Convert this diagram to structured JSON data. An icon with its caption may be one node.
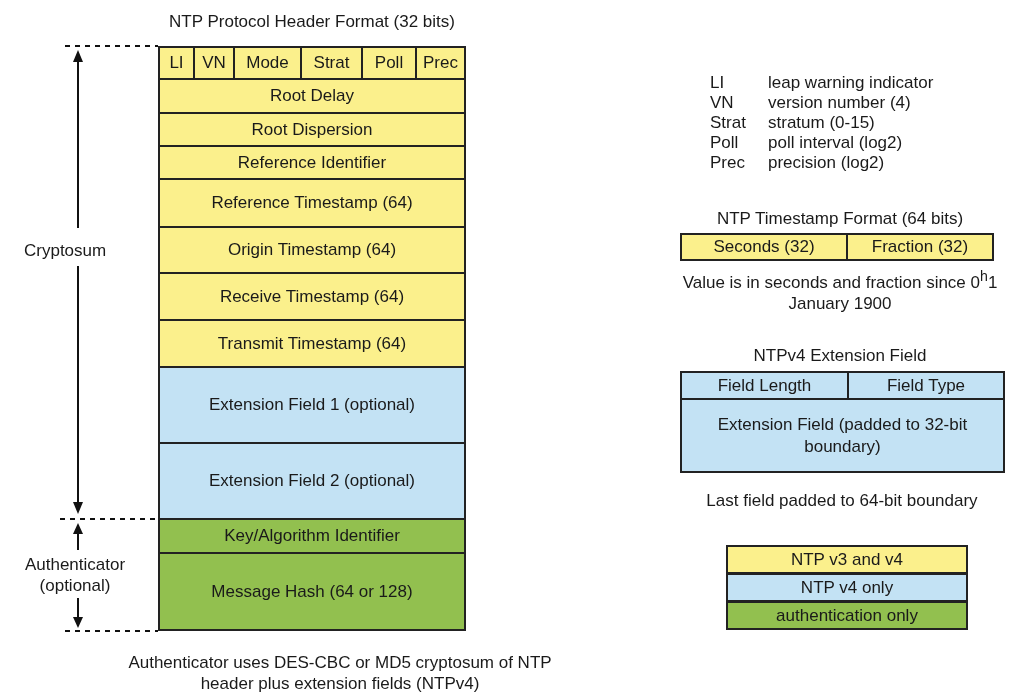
{
  "diagram": {
    "title": "NTP Protocol Header Format (32 bits)",
    "caption": "Authenticator uses DES-CBC or MD5 cryptosum of NTP header plus extension fields (NTPv4)",
    "nodes": [
      {
        "text": [
          "LI"
        ]
      },
      {
        "text": [
          "VN"
        ]
      },
      {
        "text": [
          "Mode"
        ]
      },
      {
        "text": [
          "Strat"
        ]
      },
      {
        "text": [
          "Poll"
        ]
      },
      {
        "text": [
          "Prec"
        ]
      },
      {
        "text": [
          "Root Delay"
        ]
      },
      {
        "text": [
          "Root Dispersion"
        ]
      },
      {
        "text": [
          "Reference Identifier"
        ]
      },
      {
        "text": [
          "Reference Timestamp (64)"
        ]
      },
      {
        "text": [
          "Origin Timestamp (64)"
        ]
      },
      {
        "text": [
          "Receive Timestamp (64)"
        ]
      },
      {
        "text": [
          "Transmit Timestamp (64)"
        ]
      },
      {
        "text": [
          "Extension Field 1 (optional)"
        ]
      },
      {
        "text": [
          "Extension Field 2 (optional)"
        ]
      },
      {
        "text": [
          "Key/Algorithm Identifier"
        ]
      },
      {
        "text": [
          "Message Hash (64 or 128)"
        ]
      },
      {
        "text": [
          "Seconds (32)"
        ]
      },
      {
        "text": [
          "Fraction (32)"
        ]
      },
      {
        "text": [
          "Field Length"
        ]
      },
      {
        "text": [
          "Field Type"
        ]
      },
      {
        "text": [
          "Extension Field (padded to 32-bit boundary)"
        ]
      }
    ],
    "labels": [
      "LI",
      "leap warning indicator",
      "VN",
      "version number (4)",
      "Strat",
      "stratum (0-15)",
      "Poll",
      "poll interval (log2)",
      "Prec",
      "precision (log2)",
      "Cryptosum",
      "NTP Timestamp Format (64 bits)",
      "Value is in seconds and fraction since 0$^{h}$1 January 1900",
      "NTPv4 Extension Field",
      "Last field padded to 64-bit boundary",
      "Authenticator (optional)"
    ],
    "legend": [
      {
        "text": "NTP v3 and v4",
        "color": "#fbf08c"
      },
      {
        "text": "NTP v4 only",
        "color": "#c3e2f4"
      },
      {
        "text": "authentication only",
        "color": "#92c04f"
      }
    ]
  }
}
